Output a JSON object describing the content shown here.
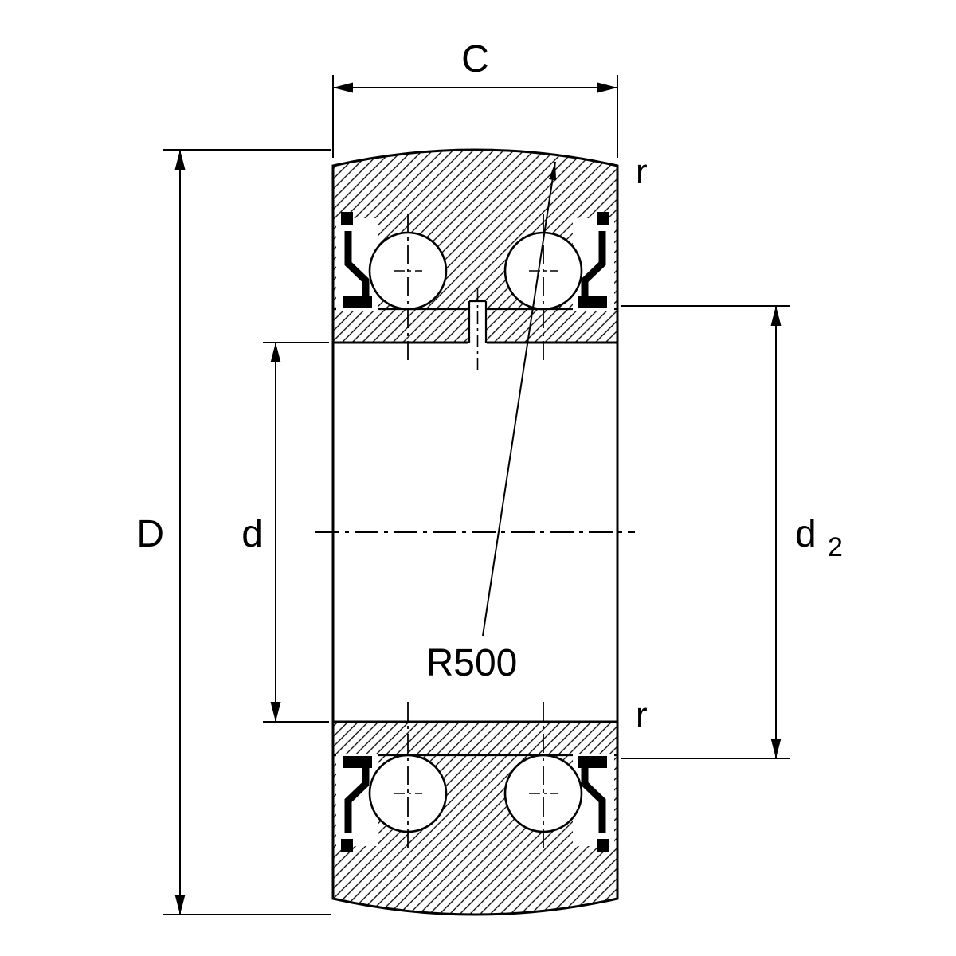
{
  "diagram": {
    "background": "#ffffff",
    "line_color": "#000000",
    "labels": {
      "width": "C",
      "outer_diameter": "D",
      "bore_diameter": "d",
      "inner_shoulder_diameter": {
        "base": "d",
        "subscript": "2"
      },
      "corner_radius_top": "r",
      "corner_radius_inner": "r",
      "crown_radius": "R500"
    }
  }
}
